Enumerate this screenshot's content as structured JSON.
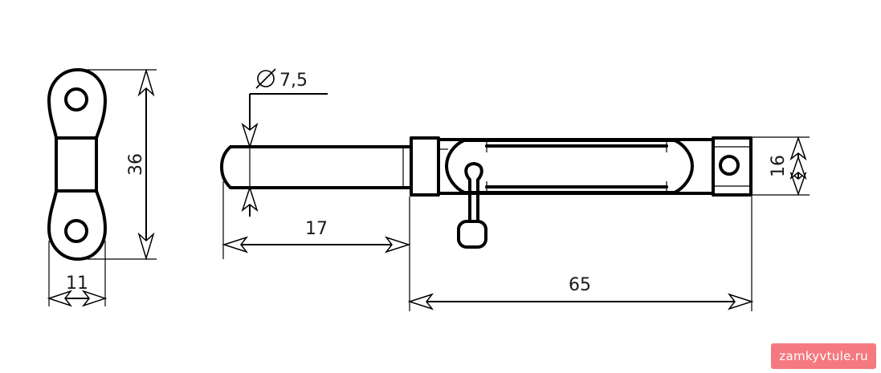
{
  "dimensions": {
    "height_label": "36",
    "width_label": "11",
    "diameter_label": "7,5",
    "bolt_extension_label": "17",
    "body_length_label": "65",
    "body_height_label": "16"
  },
  "watermark": "zamkyvtule.ru"
}
